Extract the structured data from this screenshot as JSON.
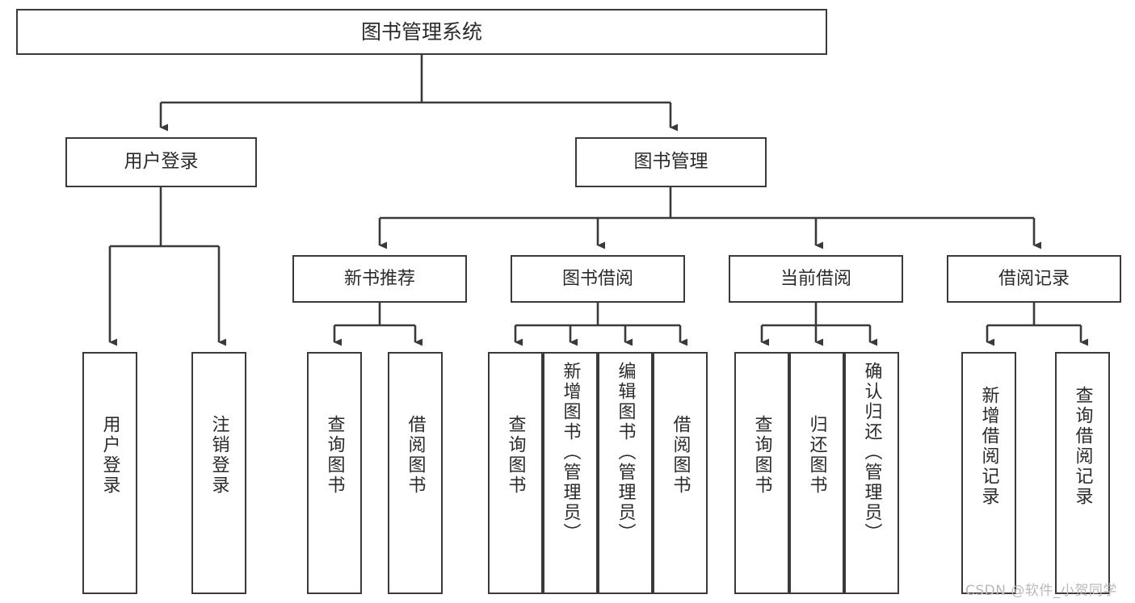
{
  "diagram": {
    "title": "图书管理系统",
    "type": "tree-hierarchy",
    "orientation": "top-down",
    "watermark": "CSDN @软件_小贺同学",
    "colors": {
      "box_border": "#3a3a3a",
      "box_fill": "#ffffff",
      "edge": "#3a3a3a",
      "text": "#2b2b2b",
      "watermark": "#b9b9b9",
      "background": "#ffffff"
    },
    "nodes": {
      "root": {
        "label": "图书管理系统"
      },
      "level1": [
        {
          "id": "user-login",
          "label": "用户登录"
        },
        {
          "id": "book-manage",
          "label": "图书管理"
        }
      ],
      "level2": [
        {
          "id": "new-book-recommend",
          "label": "新书推荐"
        },
        {
          "id": "book-borrow",
          "label": "图书借阅"
        },
        {
          "id": "current-borrow",
          "label": "当前借阅"
        },
        {
          "id": "borrow-record",
          "label": "借阅记录"
        }
      ],
      "leaves": {
        "user_login": [
          {
            "id": "leaf-user-login",
            "label": "用户登录"
          },
          {
            "id": "leaf-logout-login",
            "label": "注销登录"
          }
        ],
        "new_book_recommend": [
          {
            "id": "leaf-query-book-1",
            "label": "查询图书"
          },
          {
            "id": "leaf-borrow-book-1",
            "label": "借阅图书"
          }
        ],
        "book_borrow": [
          {
            "id": "leaf-query-book-2",
            "label": "查询图书"
          },
          {
            "id": "leaf-add-book",
            "label": "新增图书（管理员）"
          },
          {
            "id": "leaf-edit-book",
            "label": "编辑图书（管理员）"
          },
          {
            "id": "leaf-borrow-book-2",
            "label": "借阅图书"
          }
        ],
        "current_borrow": [
          {
            "id": "leaf-query-book-3",
            "label": "查询图书"
          },
          {
            "id": "leaf-return-book",
            "label": "归还图书"
          },
          {
            "id": "leaf-confirm-return",
            "label": "确认归还（管理员）"
          }
        ],
        "borrow_record": [
          {
            "id": "leaf-add-borrow-record",
            "label": "新增借阅记录"
          },
          {
            "id": "leaf-query-borrow-record",
            "label": "查询借阅记录"
          }
        ]
      }
    }
  }
}
